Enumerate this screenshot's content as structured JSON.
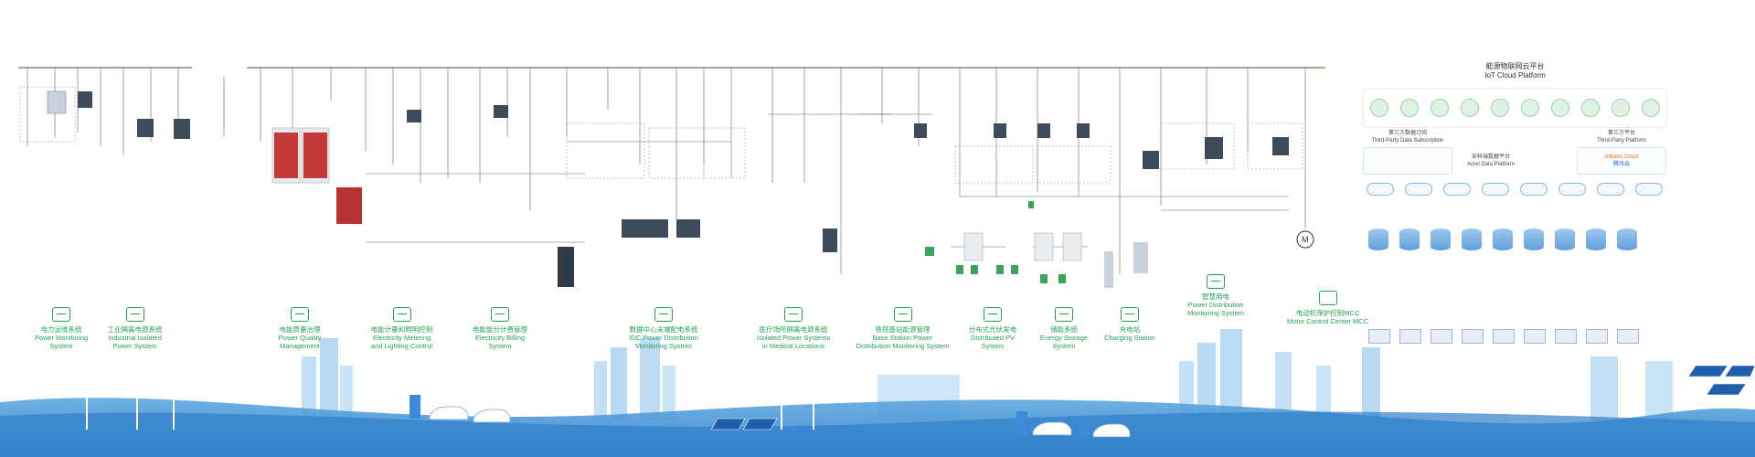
{
  "platform": {
    "title_zh": "能源物联网云平台",
    "title_en": "IoT Cloud Platform",
    "sub_left_zh": "第三方数据订阅",
    "sub_left_en": "Third-Party Data Subscription",
    "sub_right_zh": "第三方平台",
    "sub_right_en": "Third-Party Platform",
    "center_zh": "安科瑞数据平台",
    "center_en": "Acrel Data Platform",
    "brand_aliyun": "Alibaba Cloud",
    "brand_tencent": "腾讯云"
  },
  "motor_center": {
    "zh": "电动机保护控制MCC",
    "en": "Motor Control Center MCC"
  },
  "categories": [
    {
      "zh": "电力运维系统",
      "en1": "Power Monitoring",
      "en2": "System"
    },
    {
      "zh": "工业隔离电源系统",
      "en1": "Industrial Isolated",
      "en2": "Power System"
    },
    {
      "zh": "电能质量治理",
      "en1": "Power Quality",
      "en2": "Management"
    },
    {
      "zh": "电能计量和照明控制",
      "en1": "Electricity Metering",
      "en2": "and Lighting Control"
    },
    {
      "zh": "电能能分计费管理",
      "en1": "Electricity Billing",
      "en2": "System"
    },
    {
      "zh": "数据中心末端配电系统",
      "en1": "IDC Power Distribution",
      "en2": "Monitoring System"
    },
    {
      "zh": "医疗场所隔离电源系统",
      "en1": "Isolated Power Systems",
      "en2": "in Medical Locations"
    },
    {
      "zh": "铁塔基站能源管理",
      "en1": "Base Station Power",
      "en2": "Distribution Monitoring System"
    },
    {
      "zh": "分布式光伏发电",
      "en1": "Distributed PV",
      "en2": "System"
    },
    {
      "zh": "储能系统",
      "en1": "Energy Storage",
      "en2": "System"
    },
    {
      "zh": "充电站",
      "en1": "Charging Station",
      "en2": ""
    },
    {
      "zh": "智慧用电",
      "en1": "Power Distribution",
      "en2": "Monitoring System"
    }
  ]
}
